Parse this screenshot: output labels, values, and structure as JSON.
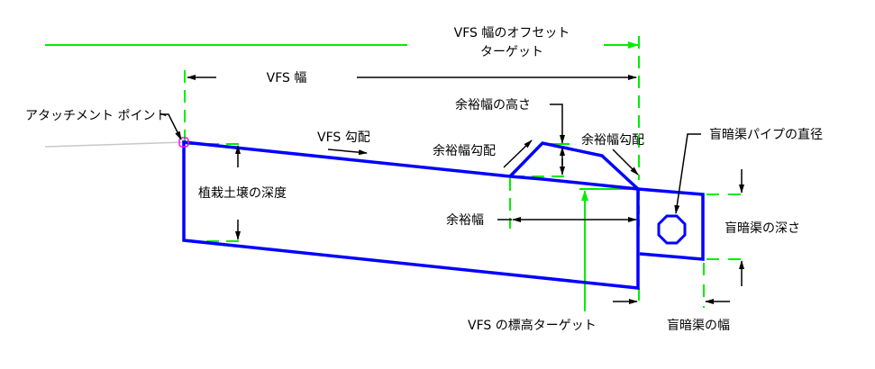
{
  "colors": {
    "profile": "#0000ff",
    "guide": "#00ee00",
    "dimension": "#000000",
    "existing_ground": "#c8c8c8",
    "attachment_marker": "#ff00ff"
  },
  "labels": {
    "vfs_width_offset_target_line1": "VFS 幅のオフセット",
    "vfs_width_offset_target_line2": "ターゲット",
    "vfs_width": "VFS 幅",
    "attachment_point": "アタッチメント ポイント",
    "vfs_slope": "VFS 勾配",
    "berm_height": "余裕幅の高さ",
    "berm_slope_left": "余裕幅勾配",
    "berm_slope_right": "余裕幅勾配",
    "planting_soil_depth": "植栽土壌の深度",
    "berm_width": "余裕幅",
    "underdrain_pipe_diameter": "盲暗渠パイプの直径",
    "underdrain_depth": "盲暗渠の深さ",
    "vfs_elevation_target": "VFS の標高ターゲット",
    "underdrain_width": "盲暗渠の幅"
  }
}
